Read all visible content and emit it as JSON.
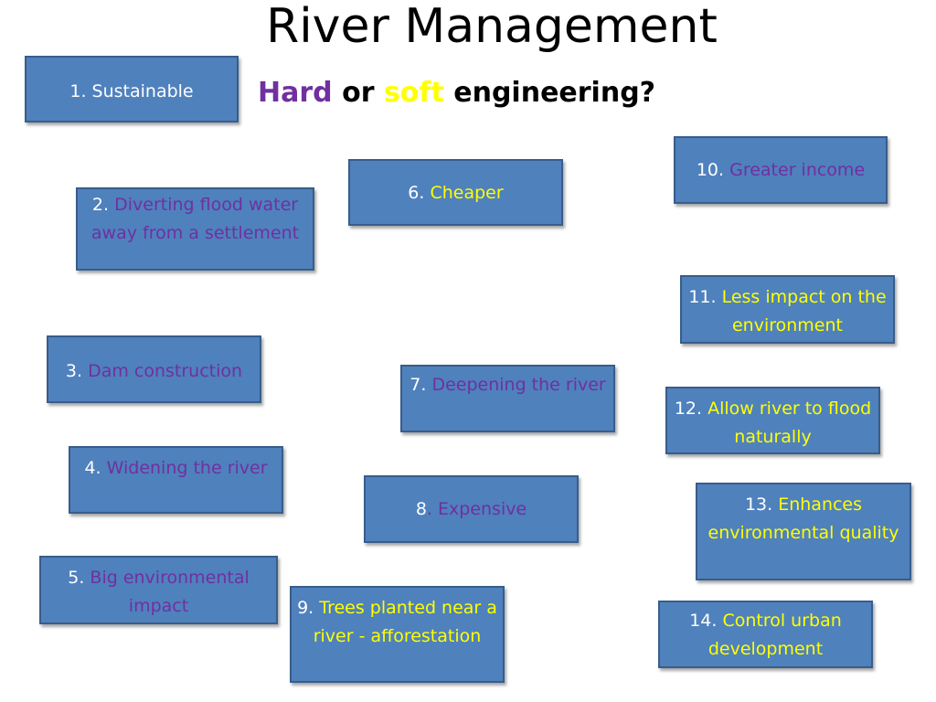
{
  "title": "River Management",
  "subtitle": {
    "word1": "Hard",
    "word2": "or",
    "word3": "soft",
    "word4": "engineering?"
  },
  "colors": {
    "box_fill": "#4f81bd",
    "box_border": "#385d8a",
    "hard_color": "#7030a0",
    "soft_color": "#ffff00"
  },
  "cards": [
    {
      "num": "1.",
      "text": " Sustainable",
      "text_color": "white"
    },
    {
      "num": "2.",
      "text": " Diverting flood water away from a settlement",
      "text_color": "purple"
    },
    {
      "num": "3.",
      "text": " Dam construction",
      "text_color": "purple"
    },
    {
      "num": "4.",
      "text": " Widening the river",
      "text_color": "purple"
    },
    {
      "num": "5.",
      "text": " Big environmental impact",
      "text_color": "purple"
    },
    {
      "num": "6.",
      "text": " Cheaper",
      "text_color": "yellow"
    },
    {
      "num": "7.",
      "text": " Deepening the river",
      "text_color": "purple"
    },
    {
      "num": "8",
      "text": ". Expensive",
      "text_color": "purple"
    },
    {
      "num": "9.",
      "text": " Trees planted near a river - afforestation",
      "text_color": "yellow"
    },
    {
      "num": "10.",
      "text": " Greater income",
      "text_color": "purple"
    },
    {
      "num": "11.",
      "text": " Less impact on the environment",
      "text_color": "yellow"
    },
    {
      "num": "12.",
      "text": " Allow river to flood naturally",
      "text_color": "yellow"
    },
    {
      "num": "13.",
      "text": " Enhances environmental quality",
      "text_color": "yellow"
    },
    {
      "num": "14.",
      "text": " Control urban development",
      "text_color": "yellow"
    }
  ]
}
